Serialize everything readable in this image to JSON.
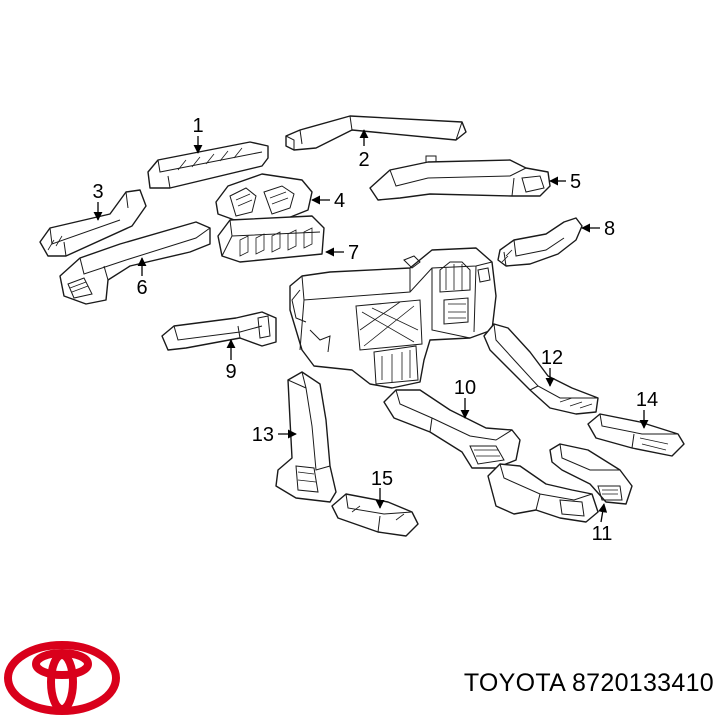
{
  "callouts": [
    {
      "id": "1",
      "label": "1"
    },
    {
      "id": "2",
      "label": "2"
    },
    {
      "id": "3",
      "label": "3"
    },
    {
      "id": "4",
      "label": "4"
    },
    {
      "id": "5",
      "label": "5"
    },
    {
      "id": "6",
      "label": "6"
    },
    {
      "id": "7",
      "label": "7"
    },
    {
      "id": "8",
      "label": "8"
    },
    {
      "id": "9",
      "label": "9"
    },
    {
      "id": "10",
      "label": "10"
    },
    {
      "id": "11",
      "label": "11"
    },
    {
      "id": "12",
      "label": "12"
    },
    {
      "id": "13",
      "label": "13"
    },
    {
      "id": "14",
      "label": "14"
    },
    {
      "id": "15",
      "label": "15"
    }
  ],
  "caption": "TOYOTA 8720133410",
  "logo": {
    "icon": "toyota-logo-icon",
    "color": "#d9001b"
  }
}
